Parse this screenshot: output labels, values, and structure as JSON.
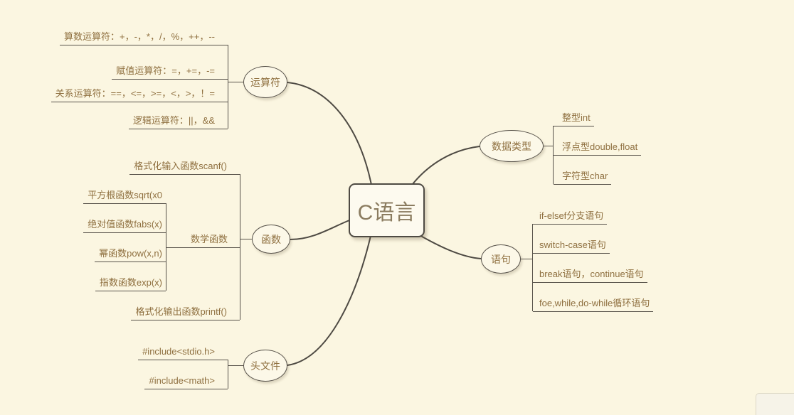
{
  "palette": {
    "background": "#fbf6e1",
    "line": "#57524a",
    "text": "#8f7040",
    "center_text": "#8b7c60"
  },
  "center": {
    "label": "C语言"
  },
  "operators": {
    "label": "运算符",
    "leaves": [
      "算数运算符：+，-，*，/，%，++，--",
      "赋值运算符：=，+=，-=",
      "关系运算符：==，<=，>=，<，>，！=",
      "逻辑运算符：||，&&"
    ]
  },
  "functions": {
    "label": "函数",
    "input_leaf": "格式化输入函数scanf()",
    "output_leaf": "格式化输出函数printf()",
    "math": {
      "label": "数学函数",
      "leaves": [
        "平方根函数sqrt(x0",
        "绝对值函数fabs(x)",
        "幂函数pow(x,n)",
        "指数函数exp(x)"
      ]
    }
  },
  "headers": {
    "label": "头文件",
    "leaves": [
      "#include<stdio.h>",
      "#include<math>"
    ]
  },
  "datatypes": {
    "label": "数据类型",
    "leaves": [
      "整型int",
      "浮点型double,float",
      "字符型char"
    ]
  },
  "statements": {
    "label": "语句",
    "leaves": [
      "if-elsef分支语句",
      "switch-case语句",
      "break语句，continue语句",
      "foe,while,do-while循环语句"
    ]
  }
}
